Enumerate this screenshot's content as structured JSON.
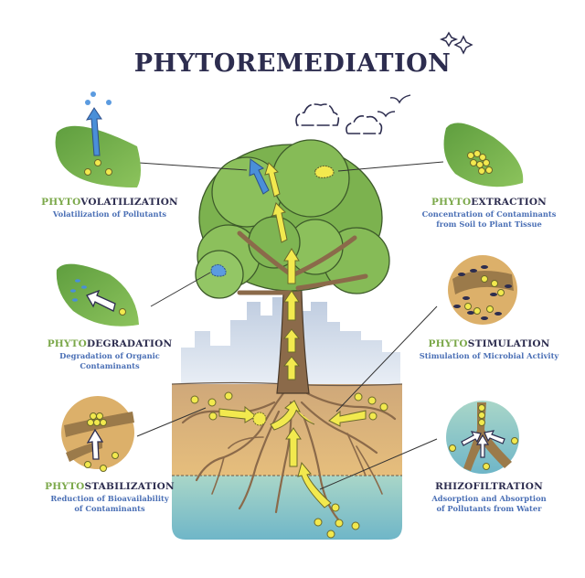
{
  "title": "PHYTOREMEDIATION",
  "colors": {
    "title": "#2d2d4f",
    "prefix_green": "#7ba84a",
    "description_blue": "#4a6fb5",
    "leaf_green": "#6aa84f",
    "soil": "#d9b27a",
    "water": "#8fc7c9",
    "root_brown": "#8b6a4a",
    "pollutant_yellow": "#f2e94e",
    "arrow_blue": "#4a8fd8"
  },
  "processes": [
    {
      "id": "phytovolatilization",
      "prefix": "PHYTO",
      "suffix": "VOLATILIZATION",
      "description": [
        "Volatilization of Pollutants"
      ],
      "icon": "leaf-with-rising-arrow-icon"
    },
    {
      "id": "phytoextraction",
      "prefix": "PHYTO",
      "suffix": "EXTRACTION",
      "description": [
        "Concentration of Contaminants",
        "from Soil to Plant Tissue"
      ],
      "icon": "leaf-with-clustered-contaminants-icon"
    },
    {
      "id": "phytodegradation",
      "prefix": "PHYTO",
      "suffix": "DEGRADATION",
      "description": [
        "Degradation of Organic",
        "Contaminants"
      ],
      "icon": "leaf-with-degrading-arrow-icon"
    },
    {
      "id": "phytostimulation",
      "prefix": "PHYTO",
      "suffix": "STIMULATION",
      "description": [
        "Stimulation of Microbial Activity"
      ],
      "icon": "soil-microbes-circle-icon"
    },
    {
      "id": "phytostabilization",
      "prefix": "PHYTO",
      "suffix": "STABILIZATION",
      "description": [
        "Reduction of Bioavailability",
        "of Contaminants"
      ],
      "icon": "root-stabilization-circle-icon"
    },
    {
      "id": "rhizofiltration",
      "prefix": "",
      "suffix": "RHIZOFILTRATION",
      "description": [
        "Adsorption and Absorption",
        "of Pollutants from Water"
      ],
      "icon": "root-filtration-circle-icon"
    }
  ]
}
